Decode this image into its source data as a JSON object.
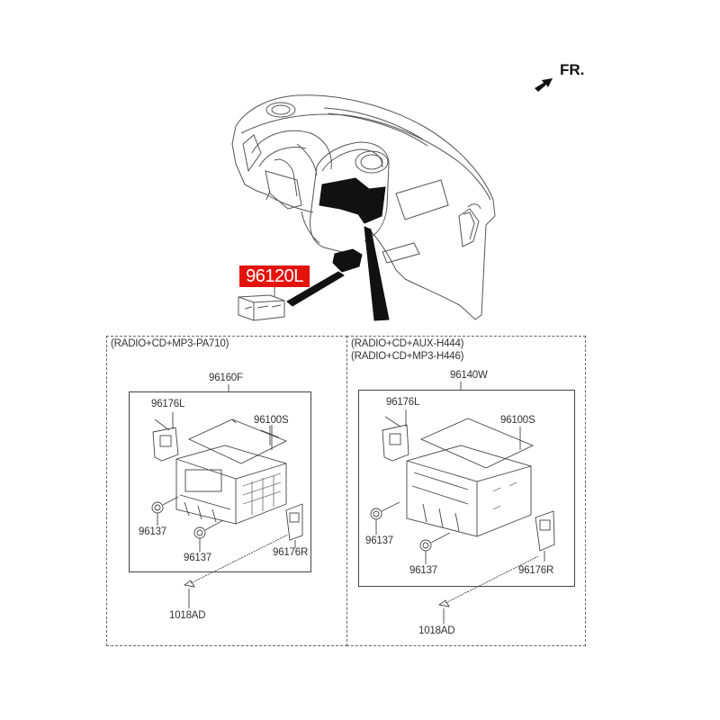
{
  "diagram": {
    "orientation": {
      "label": "FR.",
      "icon": "front-arrow-icon"
    },
    "callout": {
      "part_number": "96120L",
      "highlight_color": "#e3120b"
    },
    "panels": [
      {
        "variant_lines": [
          "(RADIO+CD+MP3-PA710)"
        ],
        "assembly": "96160F",
        "parts": {
          "bracket_left": "96176L",
          "cover": "96100S",
          "knob_1": "96137",
          "knob_2": "96137",
          "bracket_right": "96176R",
          "screw": "1018AD"
        }
      },
      {
        "variant_lines": [
          "(RADIO+CD+AUX-H444)",
          "(RADIO+CD+MP3-H446)"
        ],
        "assembly": "96140W",
        "parts": {
          "bracket_left": "96176L",
          "cover": "96100S",
          "knob_1": "96137",
          "knob_2": "96137",
          "bracket_right": "96176R",
          "screw": "1018AD"
        }
      }
    ]
  }
}
